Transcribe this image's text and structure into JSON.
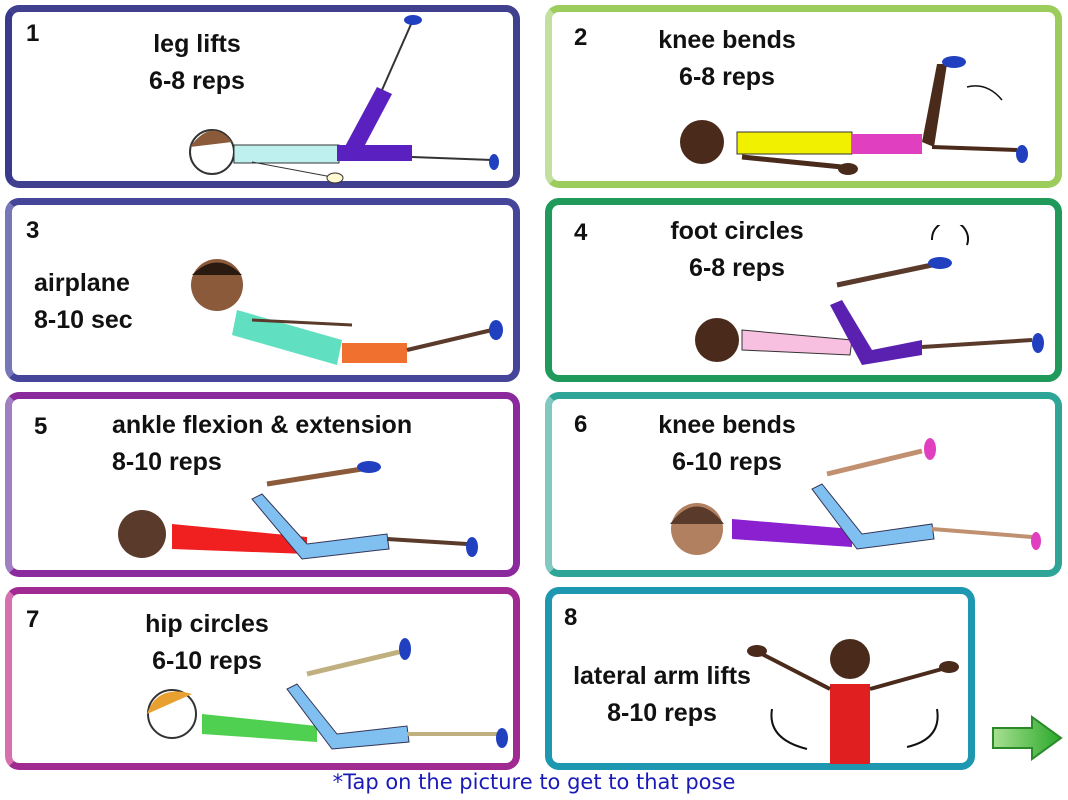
{
  "poses": [
    {
      "number": "1",
      "name": "leg lifts",
      "amount": "6-8 reps"
    },
    {
      "number": "2",
      "name": "knee bends",
      "amount": "6-8 reps"
    },
    {
      "number": "3",
      "name": "airplane",
      "amount": "8-10 sec"
    },
    {
      "number": "4",
      "name": "foot circles",
      "amount": "6-8 reps"
    },
    {
      "number": "5",
      "name": "ankle flexion & extension",
      "amount": "8-10 reps"
    },
    {
      "number": "6",
      "name": "knee bends",
      "amount": "6-10 reps"
    },
    {
      "number": "7",
      "name": "hip circles",
      "amount": "6-10 reps"
    },
    {
      "number": "8",
      "name": "lateral arm lifts",
      "amount": "8-10 reps"
    }
  ],
  "footer": {
    "hint": "*Tap on the picture to get to that pose"
  },
  "icons": {
    "next": "arrow-right-icon"
  },
  "colors": {
    "hint": "#1a1ab8",
    "arrow": "#3cb43c"
  }
}
